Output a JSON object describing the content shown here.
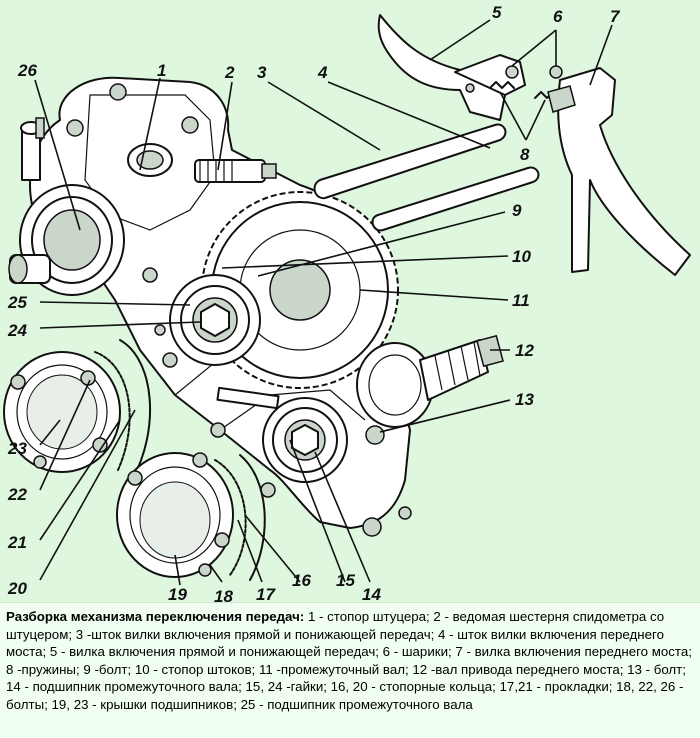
{
  "figure": {
    "callouts": [
      "1",
      "2",
      "3",
      "4",
      "5",
      "6",
      "7",
      "8",
      "9",
      "10",
      "11",
      "12",
      "13",
      "14",
      "15",
      "16",
      "17",
      "18",
      "19",
      "20",
      "21",
      "22",
      "23",
      "24",
      "25",
      "26"
    ]
  },
  "caption": {
    "title": "Разборка механизма переключения передач:",
    "text": " 1 - стопор штуцера; 2 - ведомая шестерня спидометра со штуцером; 3 -шток вилки включения прямой и понижающей передач; 4 - шток вилки включения переднего моста; 5 - вилка включения прямой и понижающей передач; 6 - шарики; 7 - вилка включения переднего моста; 8 -пружины; 9 -болт; 10 - стопор штоков; 11 -промежуточный вал; 12 -вал привода переднего моста; 13 - болт; 14 - подшипник промежуточного вала; 15, 24 -гайки; 16, 20 - стопорные кольца; 17,21 - прокладки; 18, 22, 26 - болты; 19, 23 - крышки подшипников; 25 - подшипник промежуточного вала"
  }
}
